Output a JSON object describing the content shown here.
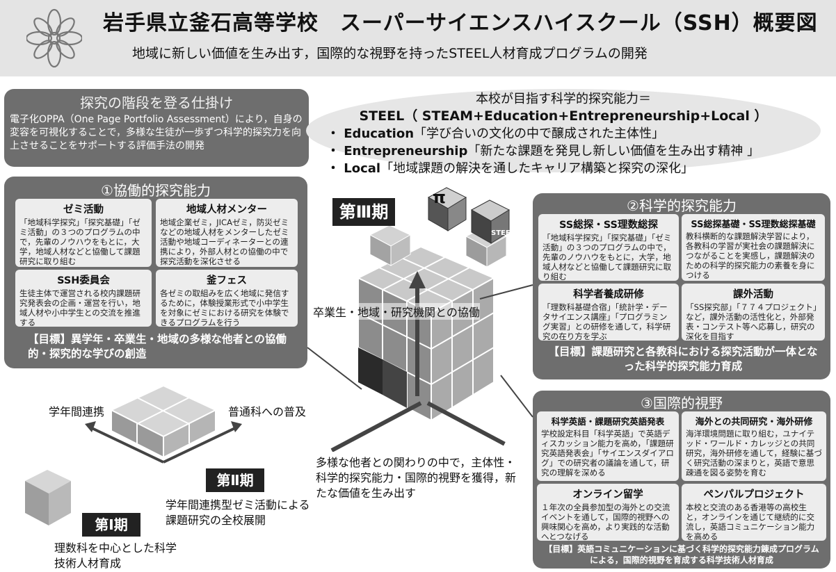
{
  "header": {
    "title": "岩手県立釜石高等学校　スーパーサイエンスハイスクール（SSH）概要図",
    "subtitle": "地域に新しい価値を生み出す，国際的な視野を持ったSTEEL人材育成プログラムの開発"
  },
  "ladder": {
    "title": "探究の階段を登る仕掛け",
    "body": "電子化OPPA（One Page Portfolio Assessment）により，自身の変容を可視化することで，多様な生徒が一歩ずつ科学的探究力を向上させることをサポートする評価手法の開発"
  },
  "steel": {
    "line1": "本校が目指す科学的探究能力＝",
    "line2": "STEEL（ STEAM+Education+Entrepreneurship+Local ）",
    "items": [
      {
        "key": "・ Education",
        "text": "「学び合いの文化の中で醸成された主体性」"
      },
      {
        "key": "・ Entrepreneurship",
        "text": "「新たな課題を発見し新しい価値を生み出す精神 」"
      },
      {
        "key": "・ Local",
        "text": "「地域課題の解決を通したキャリア構築と探究の深化」"
      }
    ]
  },
  "panel1": {
    "title": "①協働的探究能力",
    "cards": [
      {
        "title": "ゼミ活動",
        "body": "「地域科学探究」「探究基礎」「ゼミ活動」の３つのプログラムの中で，先輩のノウハウをもとに，大学，地域人材などと協働して課題研究に取り組む"
      },
      {
        "title": "地域人材メンター",
        "body": "地域企業ゼミ，JICAゼミ，防災ゼミなどの地域人材をメンターしたゼミ活動や地域コーディネーターとの連携により，外部人材との協働の中で探究活動を深化させる"
      },
      {
        "title": "SSH委員会",
        "body": "生徒主体で運営される校内課題研究発表会の企画・運営を行い，地域人材や小中学生との交流を推進する"
      },
      {
        "title": "釜フェス",
        "body": "各ゼミの取組みを広く地域に発信するために，体験授業形式で小中学生を対象にゼミにおける研究を体験できるプログラムを行う"
      }
    ],
    "goal": "【目標】異学年・卒業生・地域の多様な他者との協働的・探究的な学びの創造"
  },
  "panel2": {
    "title": "②科学的探究能力",
    "cards": [
      {
        "title": "SS総探・SS理数総探",
        "body": "「地域科学探究」「探究基礎」「ゼミ活動」の３つのプログラムの中で，先輩のノウハウをもとに，大学，地域人材などと協働して課題研究に取り組む"
      },
      {
        "title": "SS総探基礎・SS理数総探基礎",
        "body": "教科横断的な課題解決学習により，各教科の学習が実社会の課題解決につながることを実感し，課題解決のための科学的探究能力の素養を身につける"
      },
      {
        "title": "科学者養成研修",
        "body": "「理数科基礎合宿」「統計学・データサイエンス講座」「プログラミング実習」との研修を通して，科学研究の在り方を学ぶ"
      },
      {
        "title": "課外活動",
        "body": "「SS探究部」「７７４プロジェクト」など，課外活動の活性化と，外部発表・コンテスト等へ応募し，研究の深化を目指す"
      }
    ],
    "goal": "【目標】課題研究と各教科における探究活動が一体となった科学的探究能力育成"
  },
  "panel3": {
    "title": "③国際的視野",
    "cards": [
      {
        "title": "科学英語・課題研究英語発表",
        "body": "学校設定科目「科学英語」で英語ディスカッション能力を高め，「課題研究英語発表会」「サイエンスダイアログ」での研究者の議論を通して，研究の理解を深める"
      },
      {
        "title": "海外との共同研究・海外研修",
        "body": "海洋環境問題に取り組む，ユナイテッド・ワールド・カレッジとの共同研究，海外研修を通して，経験に基づく研究活動の深まりと，英語で意思疎通を図る姿勢を育む"
      },
      {
        "title": "オンライン留学",
        "body": "１年次の全員参加型の海外との交流イベントを通して，国際的視野への興味関心を高め，より実践的な活動へとつなげる"
      },
      {
        "title": "ペンパルプロジェクト",
        "body": "本校と交流のある香港等の高校生と，オンラインを通じて継続的に交流し，英語コミュニケーション能力を高める"
      }
    ],
    "goal": "【目標】英語コミュニケーションに基づく科学的探究能力錬成プログラムによる，国際的視野を育成する科学技術人材育成"
  },
  "center": {
    "phase3": "第Ⅲ期",
    "collab": "卒業生・地域・研究機関との協働",
    "message": "多様な他者との関わりの中で，主体性・科学的探究能力・国際的視野を獲得，新たな価値を生み出す",
    "steel_tag": "STEEL"
  },
  "lower": {
    "arrow_left": "学年間連携",
    "arrow_right": "普通科への普及",
    "phase2": "第Ⅱ期",
    "phase2_text": "学年間連携型ゼミ活動による課題研究の全校展開",
    "phase1": "第Ⅰ期",
    "phase1_text": "理数科を中心とした科学技術人材育成"
  }
}
